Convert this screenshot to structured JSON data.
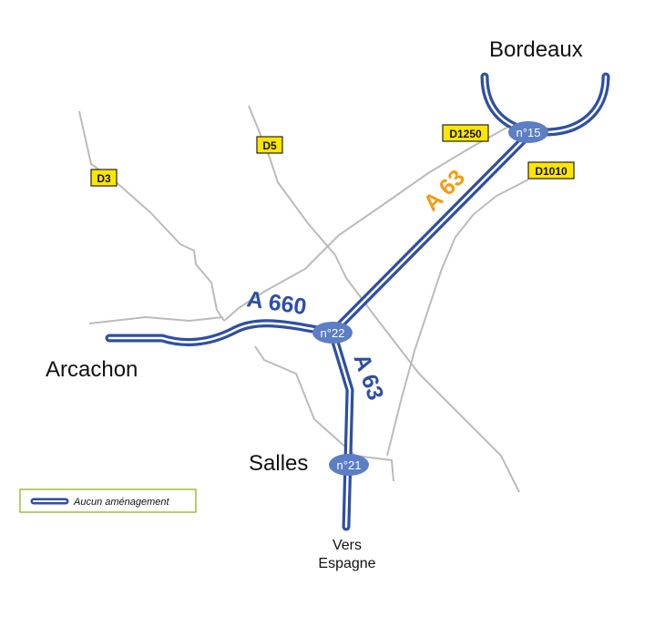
{
  "cities": {
    "bordeaux": "Bordeaux",
    "arcachon": "Arcachon",
    "salles": "Salles",
    "vers_line1": "Vers",
    "vers_line2": "Espagne"
  },
  "roads": {
    "d3": "D3",
    "d5": "D5",
    "d1250": "D1250",
    "d1010": "D1010"
  },
  "highways": {
    "a63_north": "A 63",
    "a660": "A 660",
    "a63_south": "A 63"
  },
  "exits": {
    "n15": "n°15",
    "n22": "n°22",
    "n21": "n°21"
  },
  "legend": {
    "label": "Aucun aménagement"
  },
  "colors": {
    "highway": "#2e4fa3",
    "highway_inner": "#ffffff",
    "a63_label": "#f39c12",
    "secondary_road": "#bbbbbb",
    "road_badge": "#ffe600",
    "exit_badge": "#5b7ec4",
    "legend_border": "#9bc13c"
  }
}
